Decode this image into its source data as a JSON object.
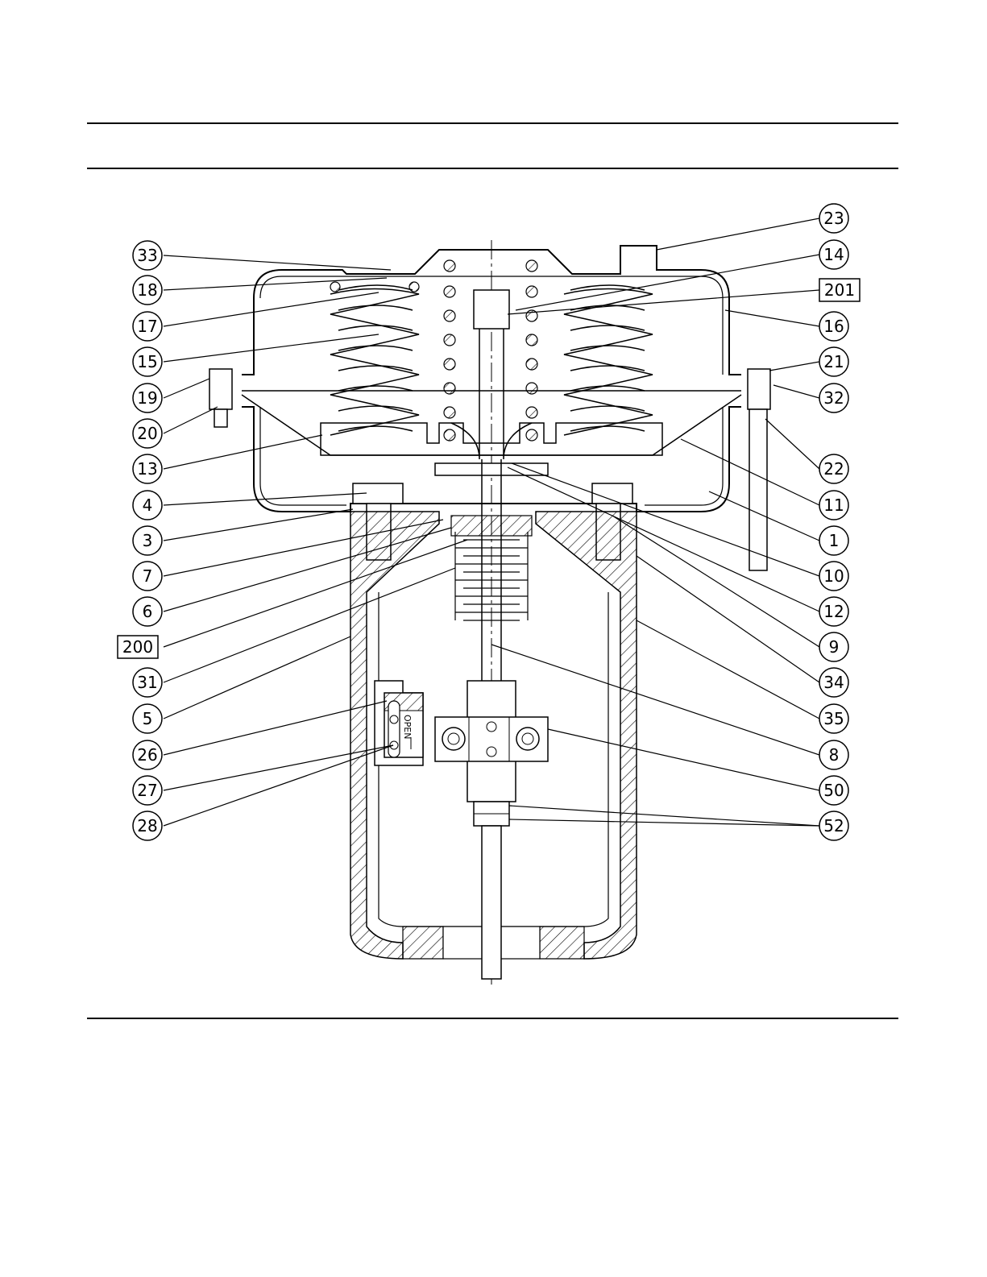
{
  "drawing": {
    "scale_label": "OPEN",
    "left_callouts": [
      "33",
      "18",
      "17",
      "15",
      "19",
      "20",
      "13",
      "4",
      "3",
      "7",
      "6",
      "200",
      "31",
      "5",
      "26",
      "27",
      "28"
    ],
    "right_callouts": [
      "23",
      "14",
      "201",
      "16",
      "21",
      "32",
      "22",
      "11",
      "1",
      "10",
      "12",
      "9",
      "34",
      "35",
      "8",
      "50",
      "52"
    ],
    "boxed_callouts": [
      "200",
      "201"
    ]
  }
}
